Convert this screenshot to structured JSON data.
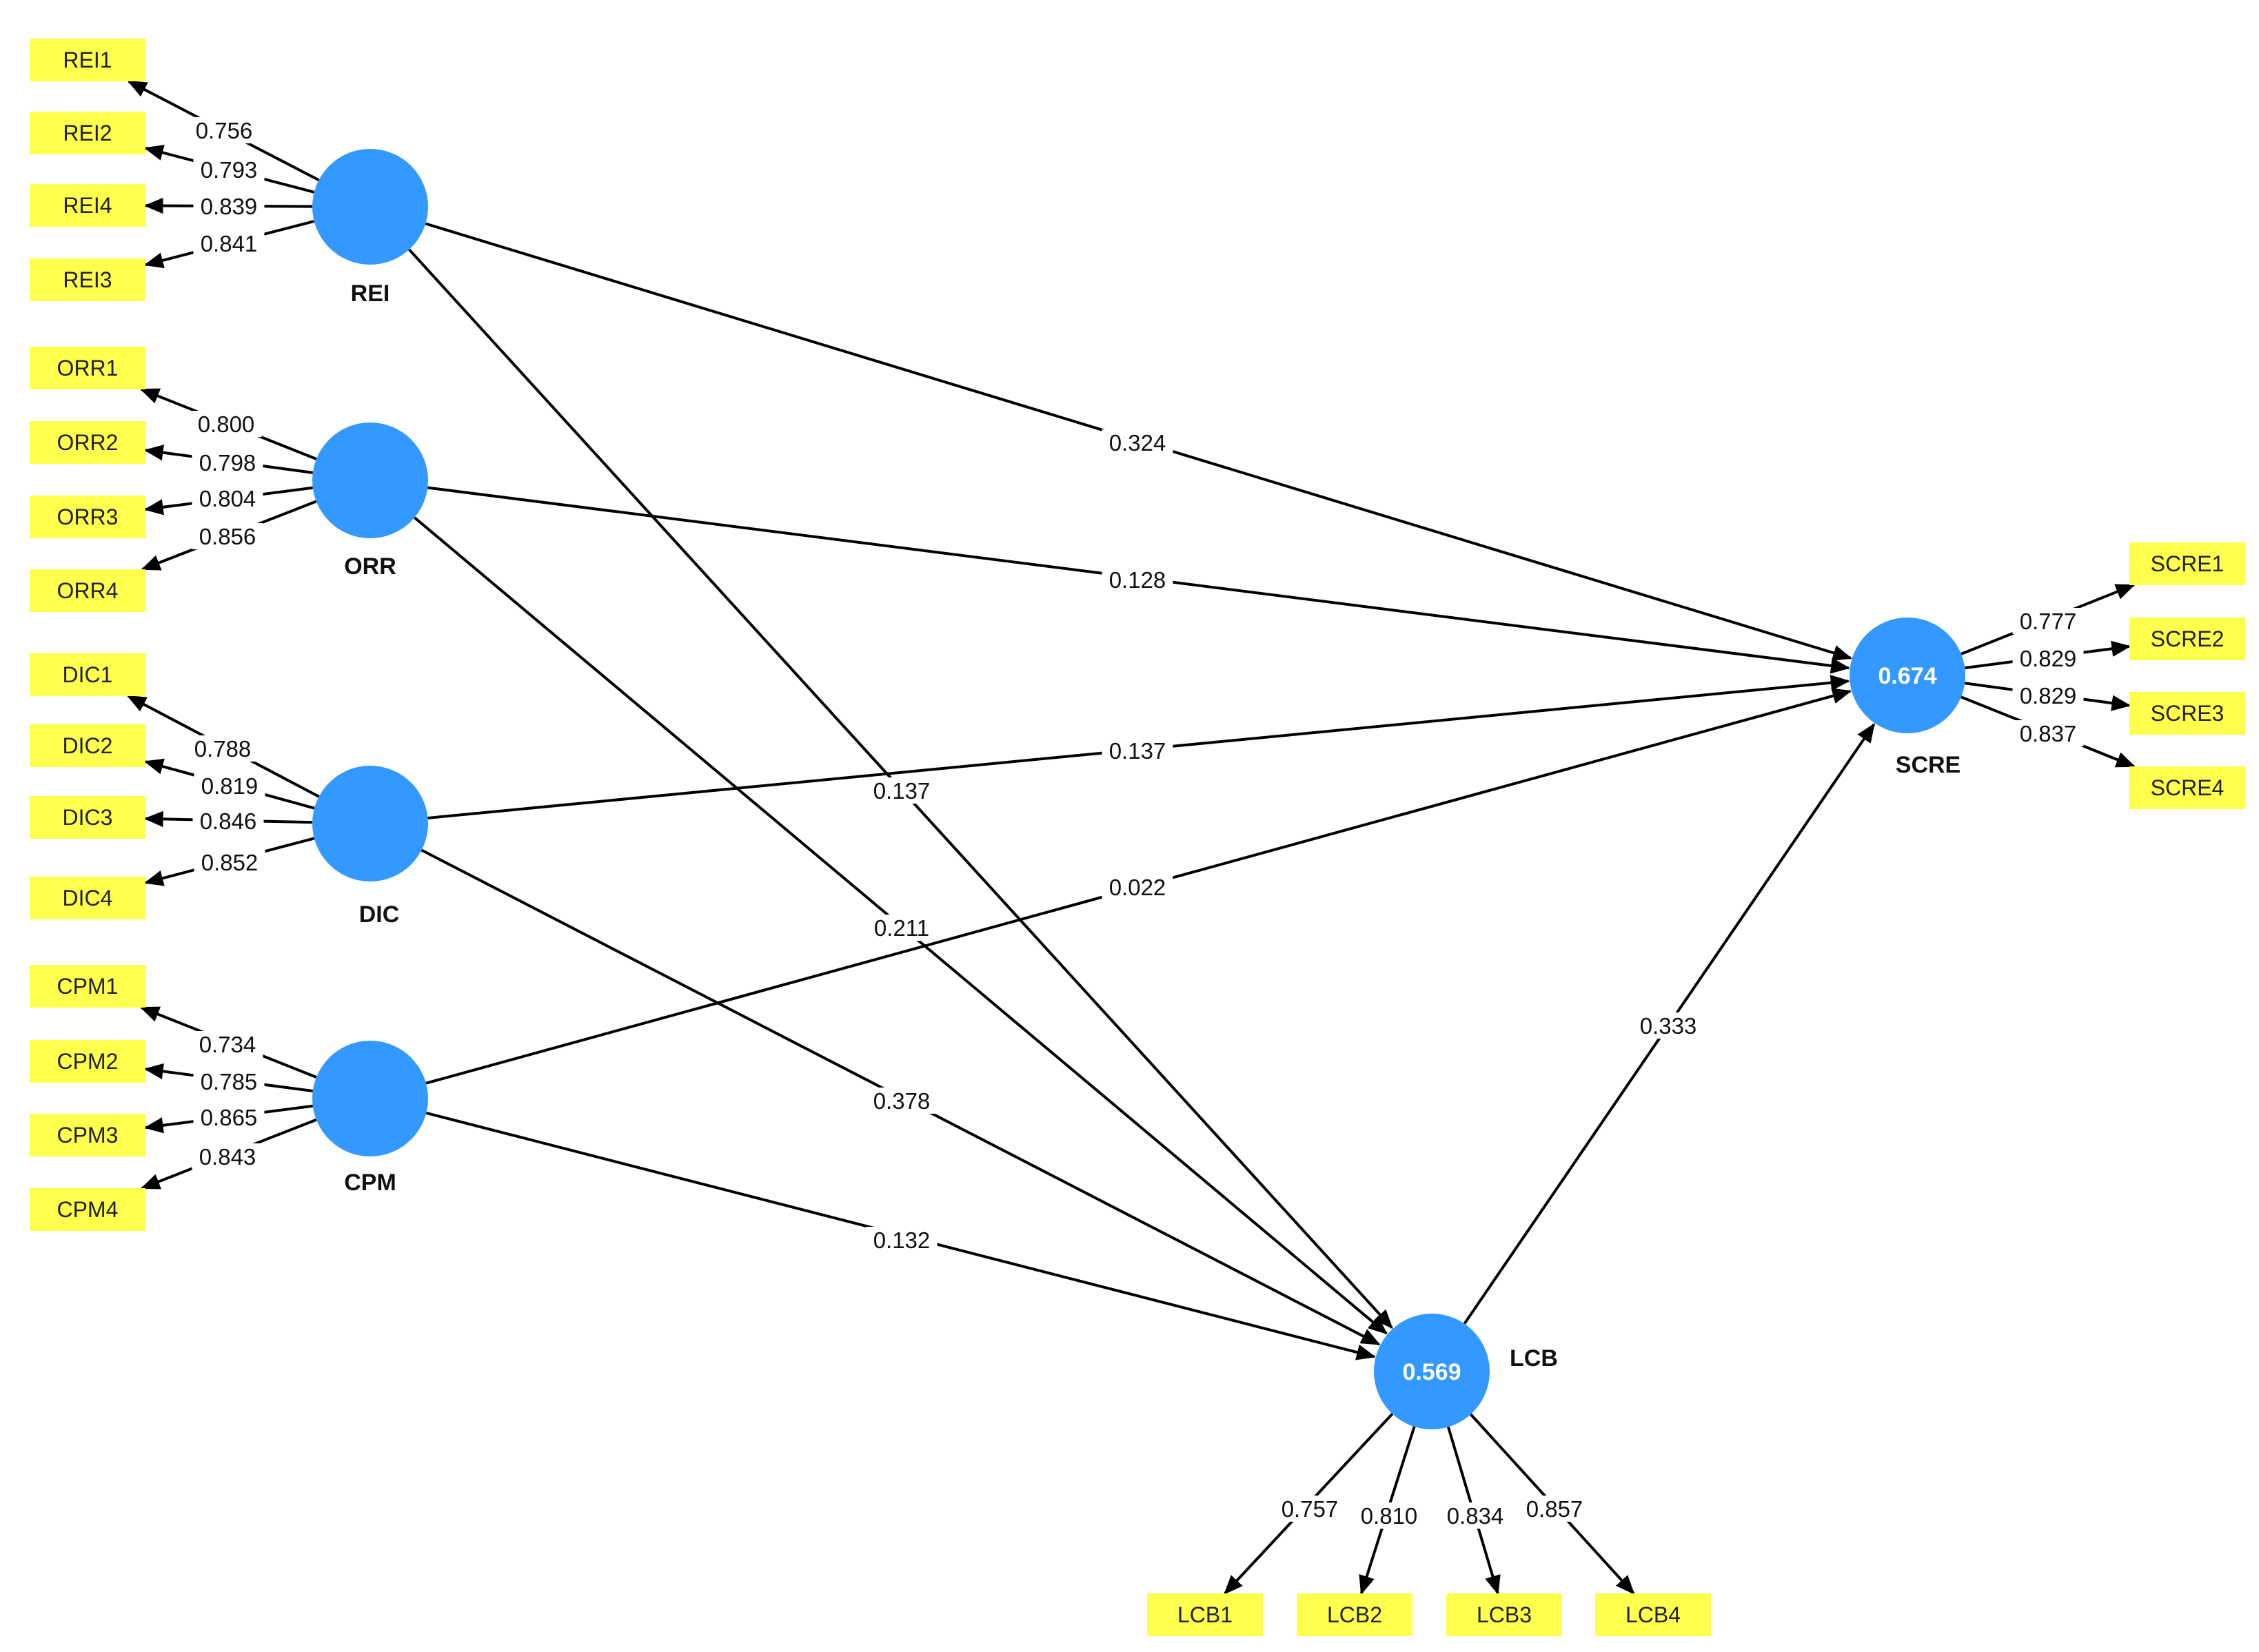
{
  "colors": {
    "latent_fill": "#3399ff",
    "indicator_fill": "#ffff4d",
    "edge": "#000000"
  },
  "latents": [
    {
      "id": "REI",
      "label": "REI",
      "r2": ""
    },
    {
      "id": "ORR",
      "label": "ORR",
      "r2": ""
    },
    {
      "id": "DIC",
      "label": "DIC",
      "r2": ""
    },
    {
      "id": "CPM",
      "label": "CPM",
      "r2": ""
    },
    {
      "id": "SCRE",
      "label": "SCRE",
      "r2": "0.674"
    },
    {
      "id": "LCB",
      "label": "LCB",
      "r2": "0.569"
    }
  ],
  "indicators": [
    {
      "id": "REI1",
      "latent": "REI",
      "loading": "0.756"
    },
    {
      "id": "REI2",
      "latent": "REI",
      "loading": "0.793"
    },
    {
      "id": "REI4",
      "latent": "REI",
      "loading": "0.839"
    },
    {
      "id": "REI3",
      "latent": "REI",
      "loading": "0.841"
    },
    {
      "id": "ORR1",
      "latent": "ORR",
      "loading": "0.800"
    },
    {
      "id": "ORR2",
      "latent": "ORR",
      "loading": "0.798"
    },
    {
      "id": "ORR3",
      "latent": "ORR",
      "loading": "0.804"
    },
    {
      "id": "ORR4",
      "latent": "ORR",
      "loading": "0.856"
    },
    {
      "id": "DIC1",
      "latent": "DIC",
      "loading": "0.788"
    },
    {
      "id": "DIC2",
      "latent": "DIC",
      "loading": "0.819"
    },
    {
      "id": "DIC3",
      "latent": "DIC",
      "loading": "0.846"
    },
    {
      "id": "DIC4",
      "latent": "DIC",
      "loading": "0.852"
    },
    {
      "id": "CPM1",
      "latent": "CPM",
      "loading": "0.734"
    },
    {
      "id": "CPM2",
      "latent": "CPM",
      "loading": "0.785"
    },
    {
      "id": "CPM3",
      "latent": "CPM",
      "loading": "0.865"
    },
    {
      "id": "CPM4",
      "latent": "CPM",
      "loading": "0.843"
    },
    {
      "id": "SCRE1",
      "latent": "SCRE",
      "loading": "0.777"
    },
    {
      "id": "SCRE2",
      "latent": "SCRE",
      "loading": "0.829"
    },
    {
      "id": "SCRE3",
      "latent": "SCRE",
      "loading": "0.829"
    },
    {
      "id": "SCRE4",
      "latent": "SCRE",
      "loading": "0.837"
    },
    {
      "id": "LCB1",
      "latent": "LCB",
      "loading": "0.757"
    },
    {
      "id": "LCB2",
      "latent": "LCB",
      "loading": "0.810"
    },
    {
      "id": "LCB3",
      "latent": "LCB",
      "loading": "0.834"
    },
    {
      "id": "LCB4",
      "latent": "LCB",
      "loading": "0.857"
    }
  ],
  "paths": [
    {
      "from": "REI",
      "to": "SCRE",
      "coef": "0.324"
    },
    {
      "from": "REI",
      "to": "LCB",
      "coef": "0.137"
    },
    {
      "from": "ORR",
      "to": "SCRE",
      "coef": "0.128"
    },
    {
      "from": "ORR",
      "to": "LCB",
      "coef": "0.211"
    },
    {
      "from": "DIC",
      "to": "SCRE",
      "coef": "0.137"
    },
    {
      "from": "DIC",
      "to": "LCB",
      "coef": "0.378"
    },
    {
      "from": "CPM",
      "to": "SCRE",
      "coef": "0.022"
    },
    {
      "from": "CPM",
      "to": "LCB",
      "coef": "0.132"
    },
    {
      "from": "LCB",
      "to": "SCRE",
      "coef": "0.333"
    }
  ]
}
